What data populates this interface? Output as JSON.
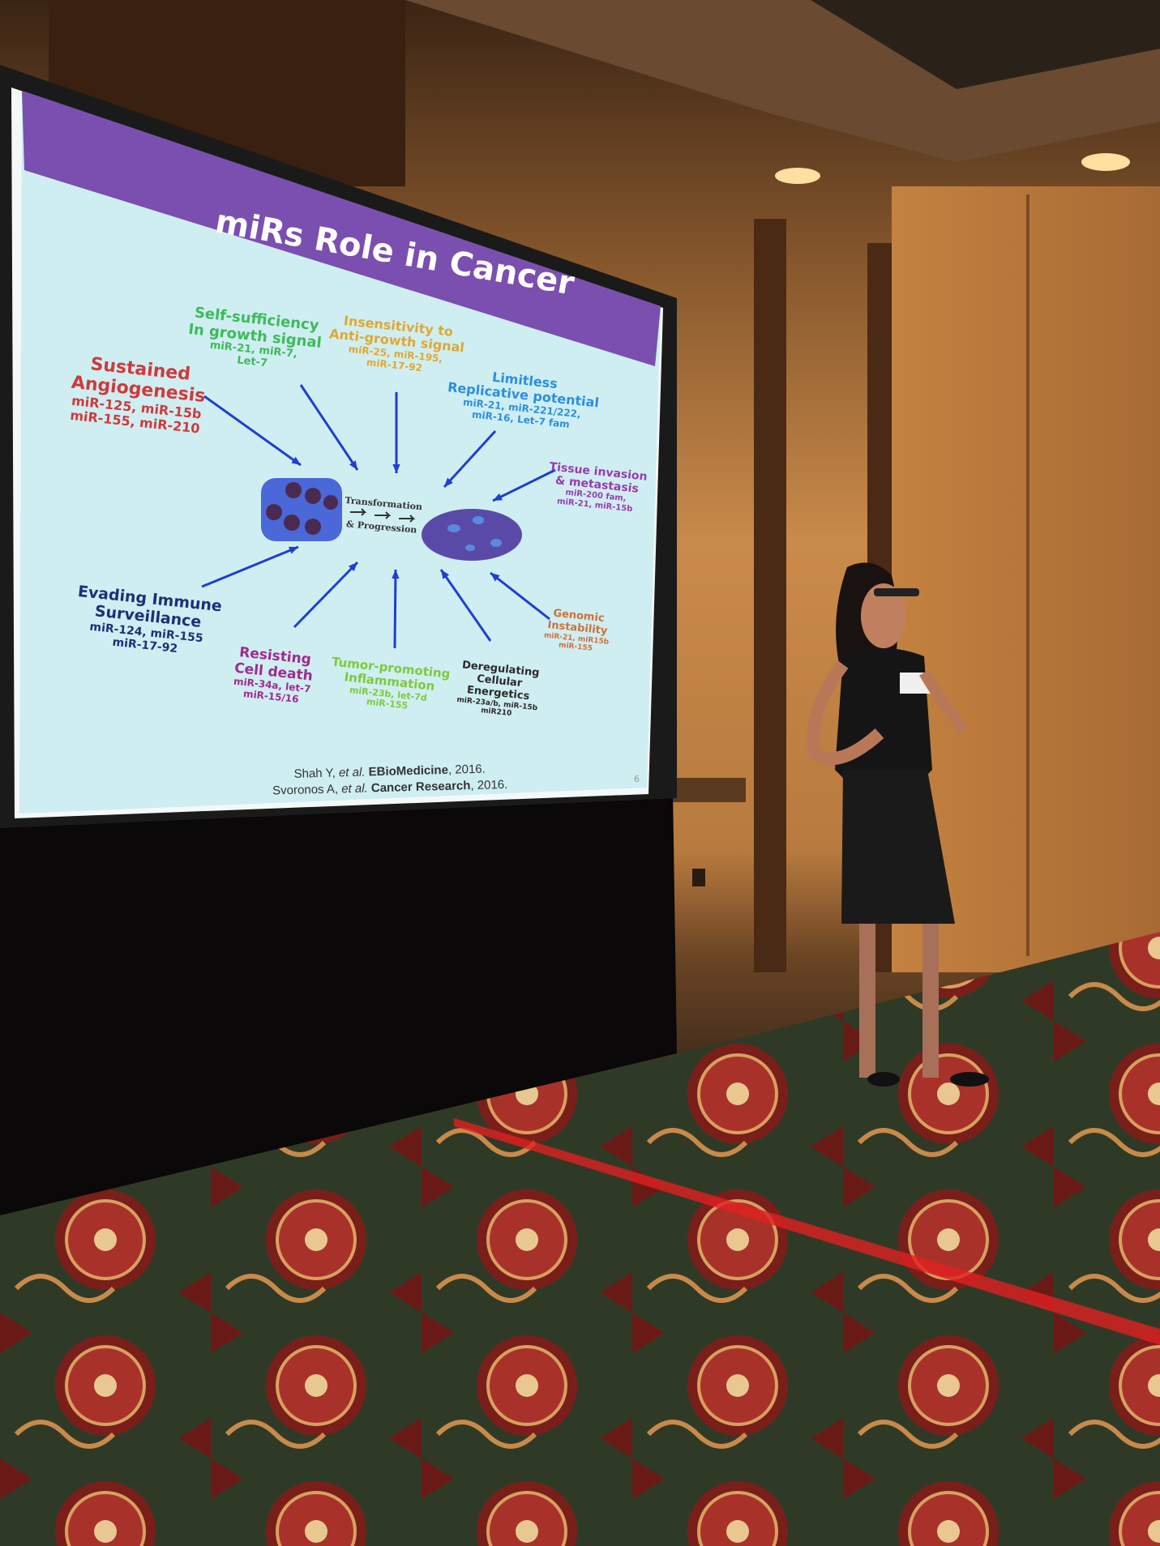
{
  "slide": {
    "title": "miRs Role in Cancer",
    "center_label": [
      "Transformation",
      "& Progression"
    ],
    "labels": [
      {
        "title": [
          "Sustained",
          "Angiogenesis"
        ],
        "mirs": [
          "miR-125, miR-15b",
          "miR-155, miR-210"
        ],
        "color": "#d03a3a"
      },
      {
        "title": [
          "Self-sufficiency",
          "In growth signal"
        ],
        "mirs": [
          "miR-21, miR-7,",
          "Let-7"
        ],
        "color": "#3dbb5a"
      },
      {
        "title": [
          "Insensitivity to",
          "Anti-growth signal"
        ],
        "mirs": [
          "miR-25, miR-195,",
          "miR-17-92"
        ],
        "color": "#e0a830"
      },
      {
        "title": [
          "Limitless",
          "Replicative potential"
        ],
        "mirs": [
          "miR-21, miR-221/222,",
          "miR-16, Let-7 fam"
        ],
        "color": "#2a8fe0"
      },
      {
        "title": [
          "Tissue invasion",
          "& metastasis"
        ],
        "mirs": [
          "miR-200 fam,",
          "miR-21, miR-15b"
        ],
        "color": "#9a3ab0"
      },
      {
        "title": [
          "Evading Immune",
          "Surveillance"
        ],
        "mirs": [
          "miR-124, miR-155",
          "miR-17-92"
        ],
        "color": "#1e2f7a"
      },
      {
        "title": [
          "Resisting",
          "Cell death"
        ],
        "mirs": [
          "miR-34a, let-7",
          "miR-15/16"
        ],
        "color": "#a02a90"
      },
      {
        "title": [
          "Tumor-promoting",
          "Inflammation"
        ],
        "mirs": [
          "miR-23b, let-7d",
          "miR-155"
        ],
        "color": "#7ccc3a"
      },
      {
        "title": [
          "Deregulating",
          "Cellular",
          "Energetics"
        ],
        "mirs": [
          "miR-23a/b, miR-15b",
          "miR210"
        ],
        "color": "#2a2a2a"
      },
      {
        "title": [
          "Genomic",
          "Instability"
        ],
        "mirs": [
          "miR-21, miR15b",
          "miR-155"
        ],
        "color": "#d0703a"
      }
    ],
    "citations": [
      {
        "author": "Shah Y, ",
        "etal": "et al. ",
        "journal": "EBioMedicine",
        "year": ", 2016."
      },
      {
        "author": "Svoronos A, ",
        "etal": "et al. ",
        "journal": "Cancer Research",
        "year": ", 2016."
      }
    ],
    "page_number": "6",
    "header_color": "#7a4fb0",
    "arrow_color": "#1f3fd0"
  }
}
